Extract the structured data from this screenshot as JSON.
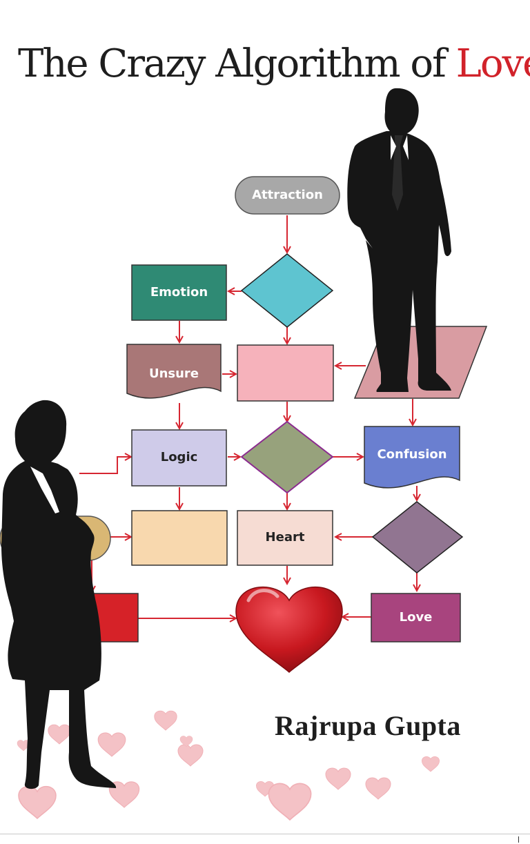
{
  "cover": {
    "title_main": "The Crazy Algorithm of ",
    "title_accent": "Love",
    "author": "Rajrupa Gupta"
  },
  "flowchart": {
    "attraction": "Attraction",
    "emotion": "Emotion",
    "unsure": "Unsure",
    "logic": "Logic",
    "confusion": "Confusion",
    "heart": "Heart",
    "love": "Love"
  },
  "colors": {
    "arrow": "#d62631",
    "title_accent": "#d1222a",
    "attraction": "#a8a8a8",
    "emotion": "#2f8a74",
    "unsure": "#a97777",
    "logic": "#cfcbe9",
    "confusion": "#6a7fd0",
    "heart_box": "#f6dcd3",
    "love_box": "#a8447e",
    "heart_shape": "#c4161c",
    "silhouette": "#161616"
  }
}
